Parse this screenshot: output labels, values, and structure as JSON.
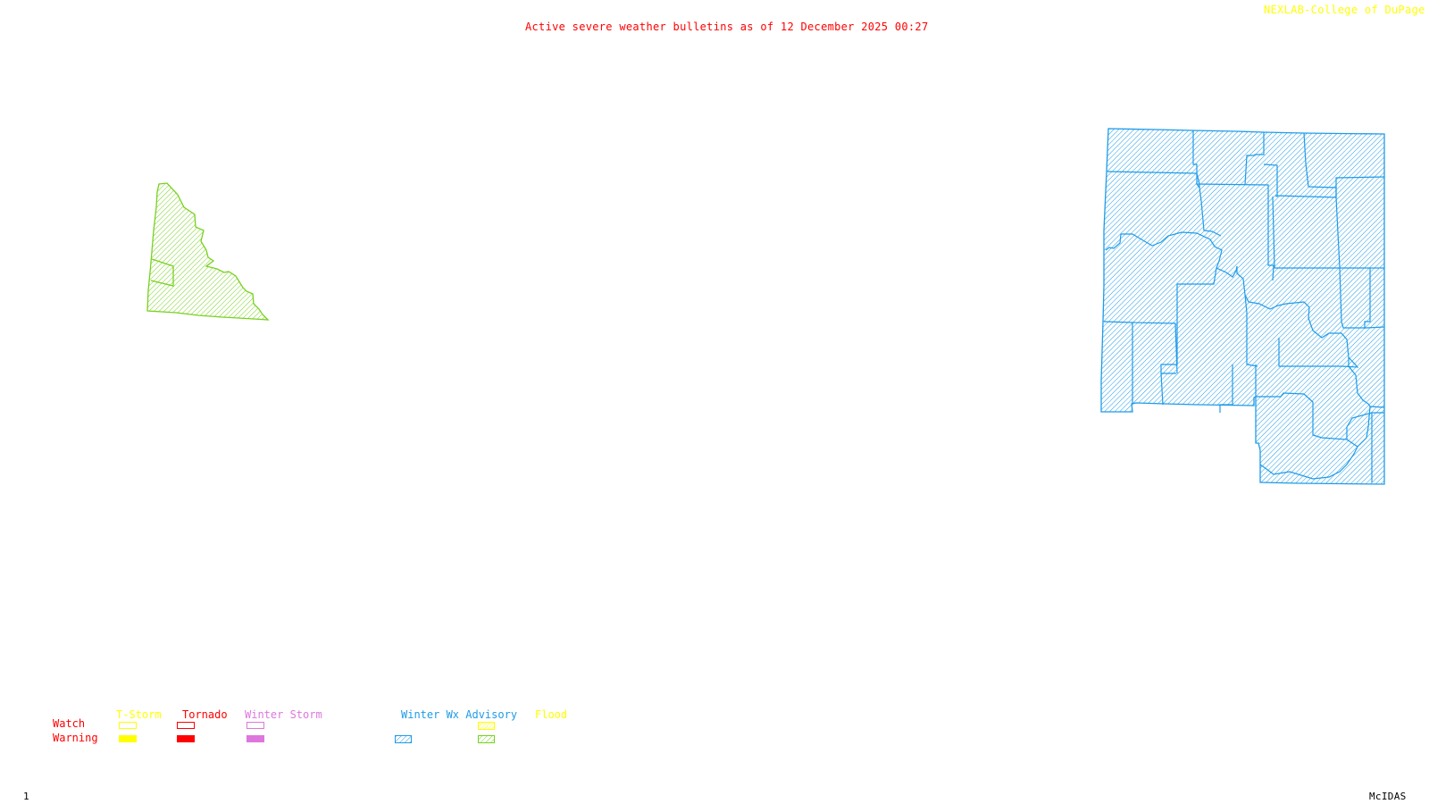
{
  "header": {
    "title": "Active severe weather bulletins as of 12 December 2025 00:27",
    "credit": "NEXLAB-College of DuPage",
    "credit_icon": "arrow-icon"
  },
  "footer": {
    "page_number": "1",
    "software": "McIDAS"
  },
  "colors": {
    "title": "#ff0000",
    "credit": "#ffff00",
    "tstorm": "#ffff00",
    "tornado": "#ff0000",
    "winter_storm": "#dd77dd",
    "winter_wx_advisory": "#1e9be8",
    "flood_watch": "#ffff00",
    "flood_warning": "#77d11e"
  },
  "map": {
    "areas": [
      {
        "type": "Flood Warning",
        "color": "#77d11e",
        "pattern": "hatched",
        "location": "west"
      },
      {
        "type": "Winter Wx Advisory",
        "color": "#1e9be8",
        "pattern": "hatched",
        "location": "east",
        "county_count": 24
      }
    ]
  },
  "legend": {
    "rows": [
      "Watch",
      "Warning"
    ],
    "columns": [
      {
        "label": "T-Storm",
        "color": "#ffff00",
        "watch": "outline",
        "warning": "filled"
      },
      {
        "label": "Tornado",
        "color": "#ff0000",
        "watch": "outline",
        "warning": "filled"
      },
      {
        "label": "Winter Storm",
        "color": "#dd77dd",
        "watch": "outline",
        "warning": "filled"
      },
      {
        "label": "Winter Wx Advisory",
        "color": "#1e9be8",
        "watch": null,
        "warning": "hatched"
      },
      {
        "label": "Flood",
        "color": "#ffff00",
        "watch": "hatched",
        "warning": "hatched",
        "warning_color": "#77d11e"
      }
    ]
  }
}
